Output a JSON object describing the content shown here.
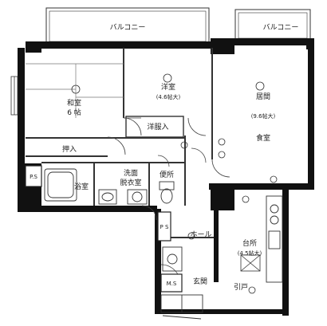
{
  "balconies": {
    "left": "バルコニー",
    "right": "バルコニー"
  },
  "rooms": {
    "washitsu": {
      "name": "和室",
      "size": "6 帖"
    },
    "youshitsu": {
      "name": "洋室",
      "size": "(4.6帖大)"
    },
    "kyoma": {
      "name": "居間",
      "size": "(9.6帖大)"
    },
    "shokushitsu": {
      "name": "食室"
    },
    "youfukuire": {
      "name": "洋服入"
    },
    "oshiire": {
      "name": "押入"
    },
    "yokushitsu": {
      "name": "浴室"
    },
    "senmen": {
      "name": "洗面",
      "sub": "脱衣室"
    },
    "benjo": {
      "name": "便所"
    },
    "daidokoro": {
      "name": "台所",
      "size": "(4.5帖大)"
    },
    "hall": {
      "name": "ホール"
    },
    "genkan": {
      "name": "玄関"
    },
    "hikido": {
      "name": "引戸"
    }
  },
  "shafts": {
    "ps_left": "P.S",
    "ps_center": "P S",
    "ms": "M.S"
  },
  "colors": {
    "wall": "#111111",
    "line": "#333333",
    "paper": "#ffffff"
  }
}
